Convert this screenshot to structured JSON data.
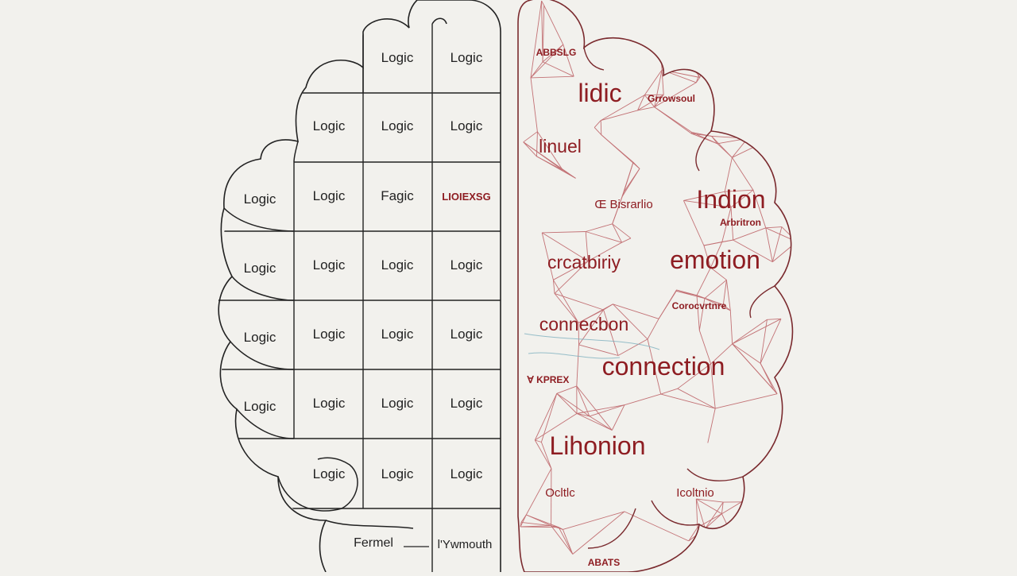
{
  "colors": {
    "background": "#f2f1ed",
    "left_ink": "#222222",
    "right_ink": "#8e1d22",
    "network_line": "#b3474d",
    "accent_line": "#7fb1bf"
  },
  "left_hemisphere": {
    "cells": [
      {
        "text": "Logic",
        "row": 0,
        "col": 2
      },
      {
        "text": "Logic",
        "row": 0,
        "col": 3
      },
      {
        "text": "Logic",
        "row": 1,
        "col": 1
      },
      {
        "text": "Logic",
        "row": 1,
        "col": 2
      },
      {
        "text": "Logic",
        "row": 1,
        "col": 3
      },
      {
        "text": "Logic",
        "row": 2,
        "col": 0
      },
      {
        "text": "Logic",
        "row": 2,
        "col": 1
      },
      {
        "text": "Fagic",
        "row": 2,
        "col": 2
      },
      {
        "text": "LIOIEXSG",
        "row": 2,
        "col": 3,
        "accent": true
      },
      {
        "text": "Logic",
        "row": 3,
        "col": 0
      },
      {
        "text": "Logic",
        "row": 3,
        "col": 1
      },
      {
        "text": "Logic",
        "row": 3,
        "col": 2
      },
      {
        "text": "Logic",
        "row": 3,
        "col": 3
      },
      {
        "text": "Logic",
        "row": 4,
        "col": 0
      },
      {
        "text": "Logic",
        "row": 4,
        "col": 1
      },
      {
        "text": "Logic",
        "row": 4,
        "col": 2
      },
      {
        "text": "Logic",
        "row": 4,
        "col": 3
      },
      {
        "text": "Logic",
        "row": 5,
        "col": 0
      },
      {
        "text": "Logic",
        "row": 5,
        "col": 1
      },
      {
        "text": "Logic",
        "row": 5,
        "col": 2
      },
      {
        "text": "Logic",
        "row": 5,
        "col": 3
      },
      {
        "text": "Logic",
        "row": 6,
        "col": 1
      },
      {
        "text": "Logic",
        "row": 6,
        "col": 2
      },
      {
        "text": "Logic",
        "row": 6,
        "col": 3
      }
    ],
    "bottom_labels": [
      "Fermel",
      "l'Ywmouth"
    ]
  },
  "right_hemisphere": {
    "words": [
      {
        "text": "ABBSLG",
        "tier": "tiny"
      },
      {
        "text": "lidic",
        "tier": "large"
      },
      {
        "text": "Grrowsoul",
        "tier": "tiny"
      },
      {
        "text": "linuel",
        "tier": "medium"
      },
      {
        "text": "Indion",
        "tier": "large"
      },
      {
        "text": "Œ Bisrarlio",
        "tier": "small"
      },
      {
        "text": "Arbritron",
        "tier": "tiny"
      },
      {
        "text": "crcatbiriy",
        "tier": "medium"
      },
      {
        "text": "emotion",
        "tier": "large"
      },
      {
        "text": "Corocvrtnre",
        "tier": "tiny"
      },
      {
        "text": "connecbon",
        "tier": "medium"
      },
      {
        "text": "connection",
        "tier": "large"
      },
      {
        "text": "Ɐ KPREX",
        "tier": "tiny"
      },
      {
        "text": "Lihonion",
        "tier": "large"
      },
      {
        "text": "Ocltlc",
        "tier": "small"
      },
      {
        "text": "Icoltnio",
        "tier": "small"
      },
      {
        "text": "ABATS",
        "tier": "tiny"
      }
    ]
  }
}
